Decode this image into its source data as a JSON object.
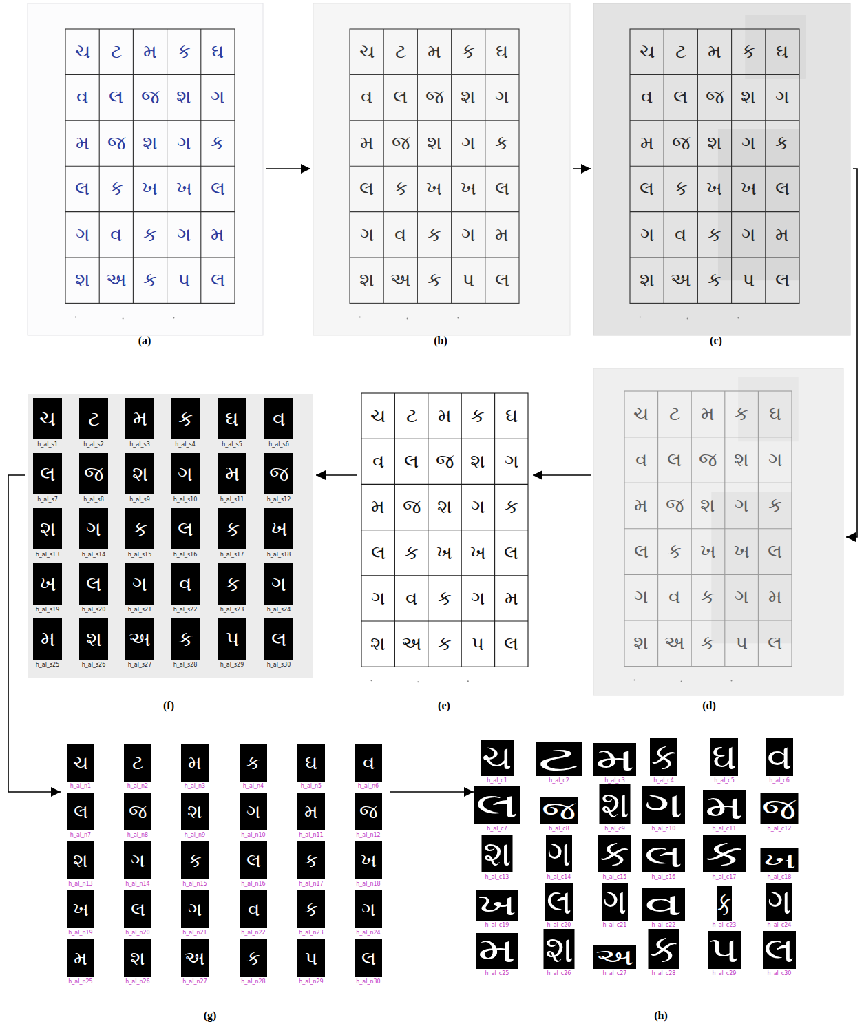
{
  "diagram": {
    "nodes": [
      {
        "text": [
          "(a)"
        ]
      },
      {
        "text": [
          "(b)"
        ]
      },
      {
        "text": [
          "(c)"
        ]
      },
      {
        "text": [
          "(d)"
        ]
      },
      {
        "text": [
          "(e)"
        ]
      },
      {
        "text": [
          "(f)"
        ]
      },
      {
        "text": [
          "(g)"
        ]
      },
      {
        "text": [
          "(h)"
        ]
      }
    ],
    "edges": [
      {
        "from": 0,
        "to": 1,
        "arrow": "to"
      },
      {
        "from": 1,
        "to": 2,
        "arrow": "to"
      },
      {
        "from": 2,
        "to": 3,
        "arrow": "to"
      },
      {
        "from": 3,
        "to": 4,
        "arrow": "to"
      },
      {
        "from": 4,
        "to": 5,
        "arrow": "to"
      },
      {
        "from": 5,
        "to": 6,
        "arrow": "to"
      },
      {
        "from": 6,
        "to": 7,
        "arrow": "to"
      }
    ],
    "labels": [
      "ચ",
      "ટ",
      "મ",
      "ક",
      "ઘ",
      "વ",
      "લ",
      "જ",
      "શ",
      "ગ",
      "મ",
      "જ",
      "શ",
      "ગ",
      "ક",
      "લ",
      "ક",
      "ખ",
      "ખ",
      "લ",
      "ગ",
      "વ",
      "ક",
      "ગ",
      "મ",
      "શ",
      "અ",
      "ક",
      "પ",
      "લ",
      "ચ",
      "ટ",
      "મ",
      "ક",
      "ઘ",
      "વ",
      "લ",
      "જ",
      "શ",
      "ગ",
      "મ",
      "જ",
      "શ",
      "ગ",
      "ક",
      "લ",
      "ક",
      "ખ",
      "ખ",
      "લ",
      "ગ",
      "વ",
      "ક",
      "ગ",
      "મ",
      "શ",
      "અ",
      "ક",
      "પ",
      "લ",
      "ચ",
      "ટ",
      "મ",
      "ક",
      "ઘ",
      "વ",
      "લ",
      "જ",
      "શ",
      "ગ",
      "મ",
      "જ",
      "શ",
      "ગ",
      "ક",
      "લ",
      "ક",
      "ખ",
      "ખ",
      "લ",
      "ગ",
      "વ",
      "ક",
      "ગ",
      "મ",
      "શ",
      "અ",
      "ક",
      "પ",
      "લ",
      "ચ",
      "ટ",
      "મ",
      "ક",
      "ઘ",
      "વ",
      "લ",
      "જ",
      "શ",
      "ગ",
      "મ",
      "જ",
      "શ",
      "ગ",
      "ક",
      "લ",
      "ક",
      "ખ",
      "ખ",
      "લ",
      "ગ",
      "વ",
      "ક",
      "ગ",
      "મ",
      "શ",
      "અ",
      "ક",
      "પ",
      "લ",
      "ચ",
      "ટ",
      "મ",
      "ક",
      "ઘ",
      "વ",
      "લ",
      "જ",
      "શ",
      "ગ",
      "મ",
      "જ",
      "શ",
      "ગ",
      "ક",
      "લ",
      "ક",
      "ખ",
      "ખ",
      "લ",
      "ગ",
      "વ",
      "ક",
      "ગ",
      "મ",
      "શ",
      "અ",
      "ક",
      "પ",
      "લ",
      "ચ",
      "ટ",
      "મ",
      "ક",
      "ઘ",
      "વ",
      "લ",
      "જ",
      "શ",
      "ગ",
      "મ",
      "જ",
      "શ",
      "ગ",
      "ક",
      "લ",
      "ક",
      "ખ",
      "ખ",
      "લ",
      "ગ",
      "વ",
      "ક",
      "ગ",
      "મ",
      "શ",
      "અ",
      "ક",
      "પ",
      "લ",
      "h_al_s1",
      "h_al_s2",
      "h_al_s3",
      "h_al_s4",
      "h_al_s5",
      "h_al_s6",
      "h_al_s7",
      "h_al_s8",
      "h_al_s9",
      "h_al_s10",
      "h_al_s11",
      "h_al_s12",
      "h_al_s13",
      "h_al_s14",
      "h_al_s15",
      "h_al_s16",
      "h_al_s17",
      "h_al_s18",
      "h_al_s19",
      "h_al_s20",
      "h_al_s21",
      "h_al_s22",
      "h_al_s23",
      "h_al_s24",
      "h_al_s25",
      "h_al_s26",
      "h_al_s27",
      "h_al_s28",
      "h_al_s29",
      "h_al_s30",
      "ચ",
      "ટ",
      "મ",
      "ક",
      "ઘ",
      "વ",
      "લ",
      "જ",
      "શ",
      "ગ",
      "મ",
      "જ",
      "શ",
      "ગ",
      "ક",
      "લ",
      "ક",
      "ખ",
      "ખ",
      "લ",
      "ગ",
      "વ",
      "ક",
      "ગ",
      "મ",
      "શ",
      "અ",
      "ક",
      "પ",
      "લ",
      "h_al_n1",
      "h_al_n2",
      "h_al_n3",
      "h_al_n4",
      "h_al_n5",
      "h_al_n6",
      "h_al_n7",
      "h_al_n8",
      "h_al_n9",
      "h_al_n10",
      "h_al_n11",
      "h_al_n12",
      "h_al_n13",
      "h_al_n14",
      "h_al_n15",
      "h_al_n16",
      "h_al_n17",
      "h_al_n18",
      "h_al_n19",
      "h_al_n20",
      "h_al_n21",
      "h_al_n22",
      "h_al_n23",
      "h_al_n24",
      "h_al_n25",
      "h_al_n26",
      "h_al_n27",
      "h_al_n28",
      "h_al_n29",
      "h_al_n30",
      "ચ",
      "ટ",
      "મ",
      "ક",
      "ઘ",
      "વ",
      "લ",
      "જ",
      "શ",
      "ગ",
      "મ",
      "જ",
      "શ",
      "ગ",
      "ક",
      "લ",
      "ક",
      "ખ",
      "ખ",
      "લ",
      "ગ",
      "વ",
      "ક",
      "ગ",
      "મ",
      "શ",
      "અ",
      "ક",
      "પ",
      "લ",
      "h_al_c1",
      "h_al_c2",
      "h_al_c3",
      "h_al_c4",
      "h_al_c5",
      "h_al_c6",
      "h_al_c7",
      "h_al_c8",
      "h_al_c9",
      "h_al_c10",
      "h_al_c11",
      "h_al_c12",
      "h_al_c13",
      "h_al_c14",
      "h_al_c15",
      "h_al_c16",
      "h_al_c17",
      "h_al_c18",
      "h_al_c19",
      "h_al_c20",
      "h_al_c21",
      "h_al_c22",
      "h_al_c23",
      "h_al_c24",
      "h_al_c25",
      "h_al_c26",
      "h_al_c27",
      "h_al_c28",
      "h_al_c29",
      "h_al_c30"
    ]
  }
}
